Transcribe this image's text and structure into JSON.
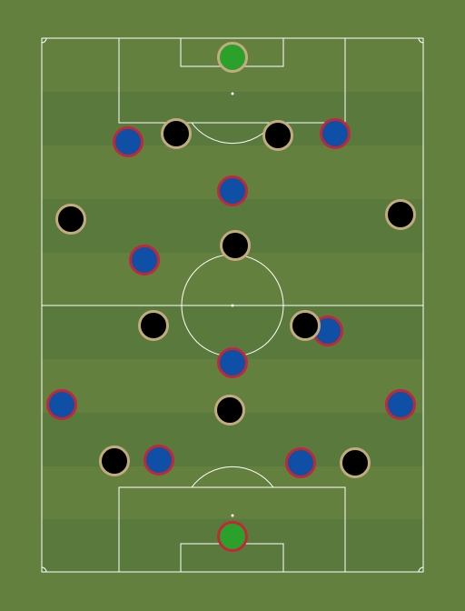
{
  "colors": {
    "background": "#63803f",
    "stripe_light": "#63803f",
    "stripe_dark": "#5a7a3d",
    "lines": "#ffffff",
    "outfield_blue": "#0f4fa6",
    "outfield_blue_ring": "#c0283a",
    "outfield_black": "#000000",
    "outfield_black_ring": "#c3ab80",
    "keeper_fill": "#2ba12b",
    "keeper_blue_ring": "#c0283a",
    "keeper_black_ring": "#c3ab80"
  },
  "teams": [
    {
      "id": "blue",
      "players": [
        {
          "role": "goalkeeper",
          "slot": "gk-bottom"
        },
        {
          "role": "outfield",
          "slot": "b1"
        },
        {
          "role": "outfield",
          "slot": "b2"
        },
        {
          "role": "outfield",
          "slot": "b3"
        },
        {
          "role": "outfield",
          "slot": "b4"
        },
        {
          "role": "outfield",
          "slot": "b5"
        },
        {
          "role": "outfield",
          "slot": "b6"
        },
        {
          "role": "outfield",
          "slot": "b7"
        },
        {
          "role": "outfield",
          "slot": "b8"
        },
        {
          "role": "outfield",
          "slot": "b9"
        },
        {
          "role": "outfield",
          "slot": "b10"
        }
      ]
    },
    {
      "id": "black",
      "players": [
        {
          "role": "goalkeeper",
          "slot": "gk-top"
        },
        {
          "role": "outfield",
          "slot": "k1"
        },
        {
          "role": "outfield",
          "slot": "k2"
        },
        {
          "role": "outfield",
          "slot": "k3"
        },
        {
          "role": "outfield",
          "slot": "k4"
        },
        {
          "role": "outfield",
          "slot": "k5"
        },
        {
          "role": "outfield",
          "slot": "k6"
        },
        {
          "role": "outfield",
          "slot": "k7"
        },
        {
          "role": "outfield",
          "slot": "k8"
        },
        {
          "role": "outfield",
          "slot": "k9"
        },
        {
          "role": "outfield",
          "slot": "k10"
        }
      ]
    }
  ]
}
